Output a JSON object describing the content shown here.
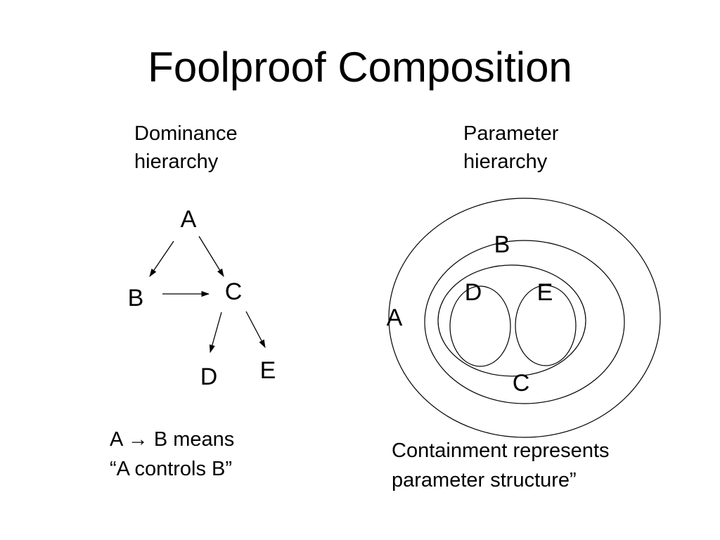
{
  "title": "Foolproof Composition",
  "left": {
    "heading_line1": "Dominance",
    "heading_line2": "hierarchy",
    "nodes": {
      "a": "A",
      "b": "B",
      "c": "C",
      "d": "D",
      "e": "E"
    },
    "caption_line1": "A → B means",
    "caption_line2": "“A controls B”"
  },
  "right": {
    "heading_line1": "Parameter",
    "heading_line2": "hierarchy",
    "labels": {
      "a": "A",
      "b": "B",
      "c": "C",
      "d": "D",
      "e": "E"
    },
    "caption_line1": "Containment represents",
    "caption_line2": "parameter structure”"
  }
}
